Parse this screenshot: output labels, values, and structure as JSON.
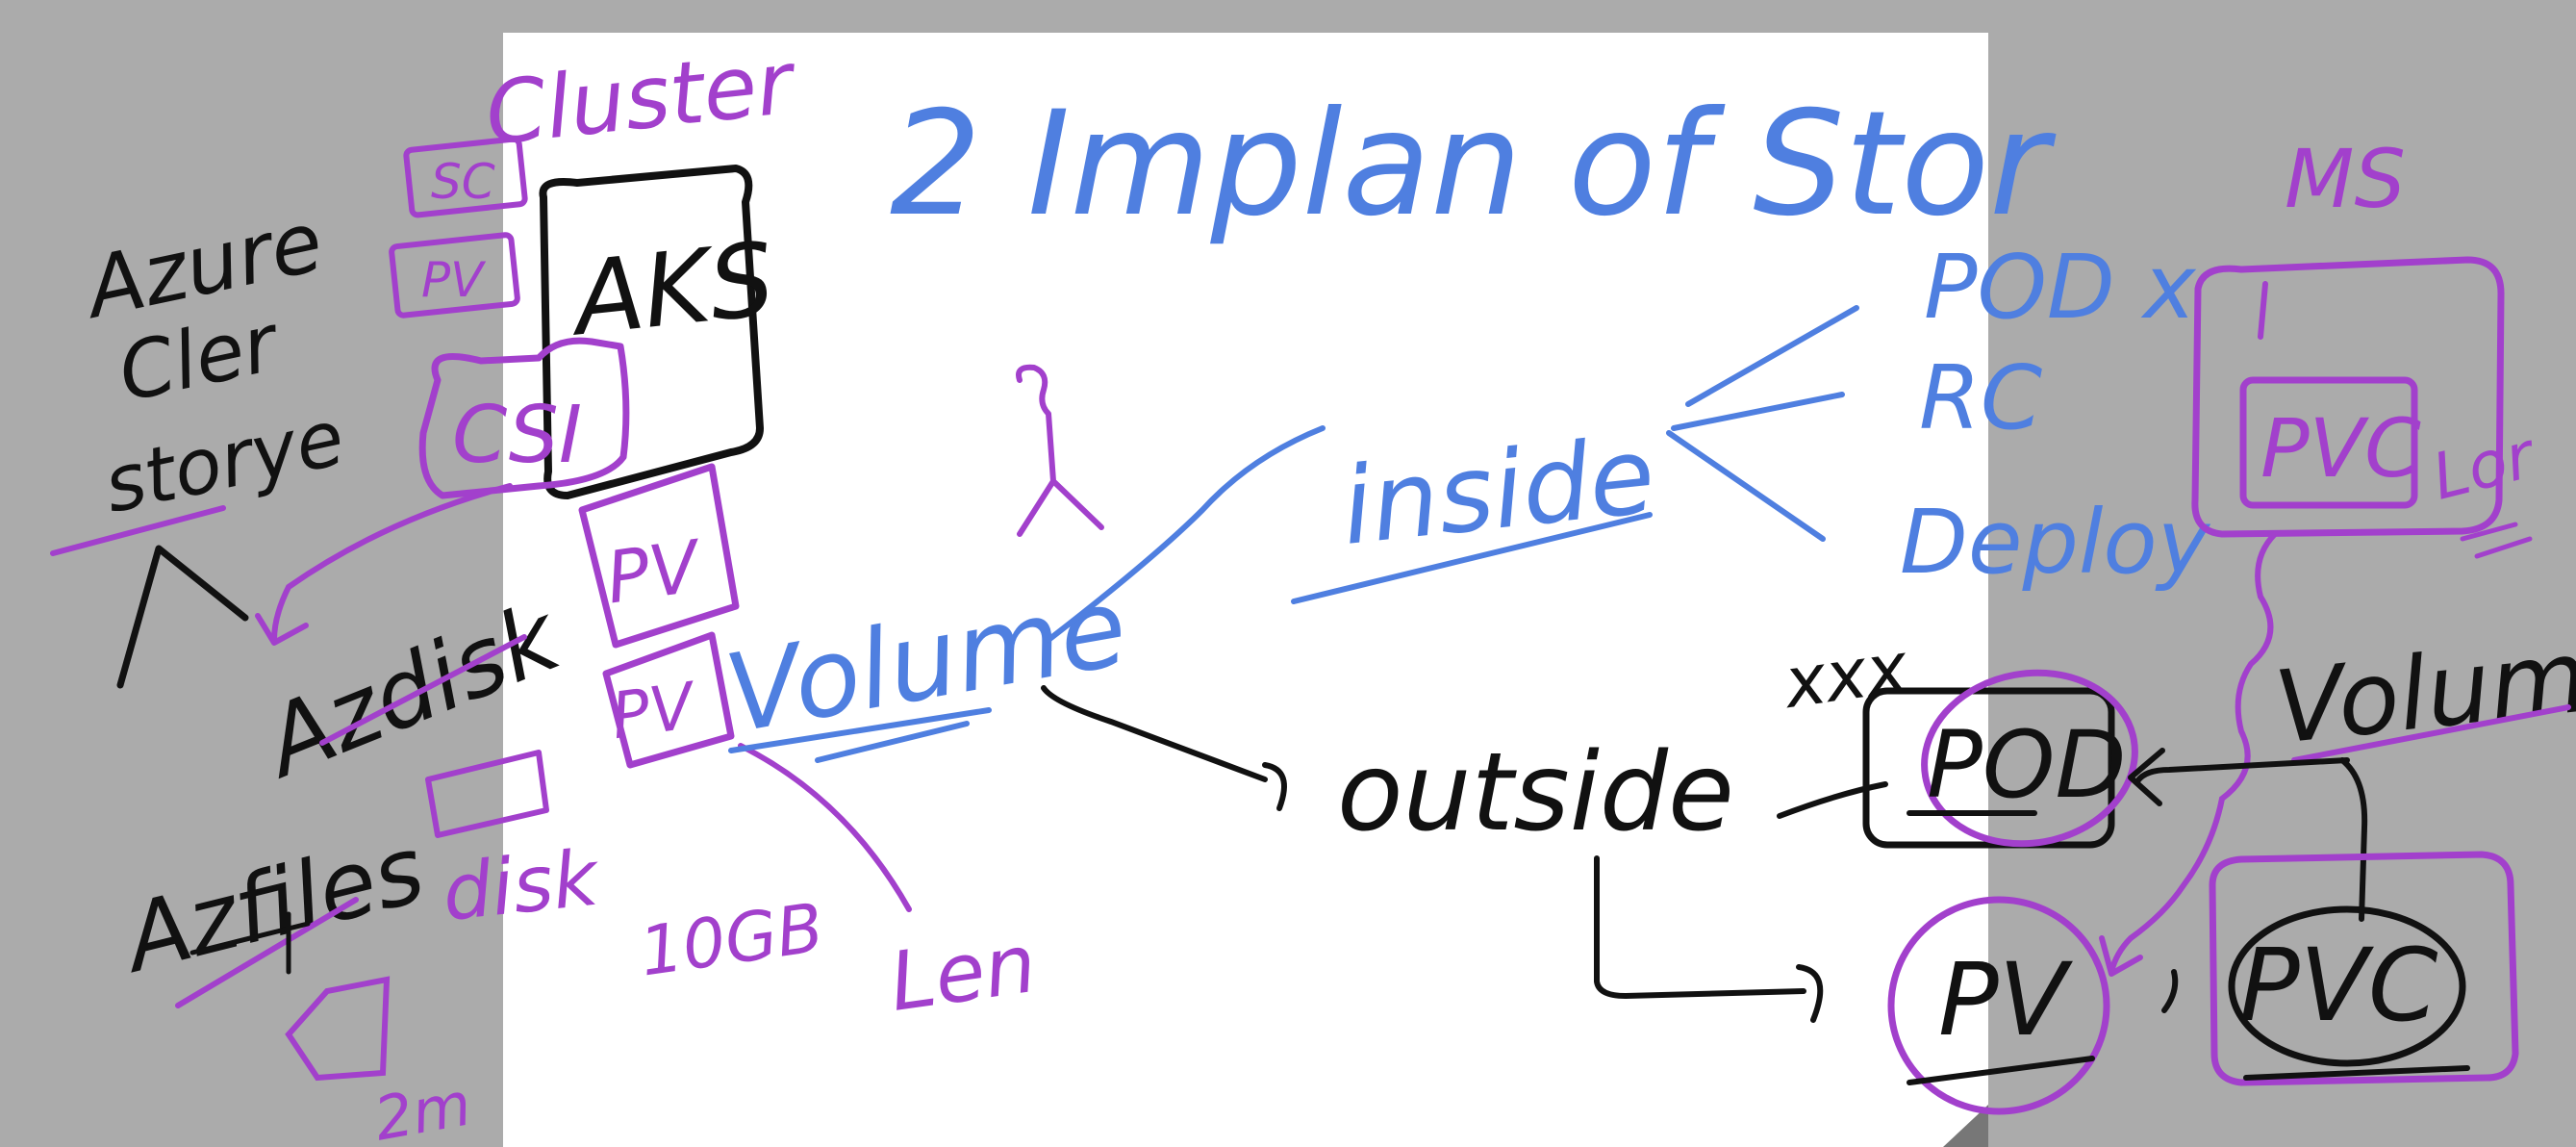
{
  "canvas": {
    "background_color": "#ababab",
    "page_color": "#ffffff"
  },
  "colors": {
    "black_ink": "#111111",
    "blue_ink": "#4f7fe0",
    "purple_ink": "#a240cc"
  },
  "title": "2 Implan of Stor",
  "left_notes": {
    "azure_line1": "Azure",
    "azure_line2": "Cler",
    "azure_line3": "storye",
    "azdisk": "Azdisk",
    "azfiles": "Azfiles",
    "cluster": "Cluster",
    "aks": "AKS",
    "csi": "CSI",
    "badge_sc": "SC",
    "badge_pv": "PV",
    "box_pv": "PV",
    "box_pv2": "PV",
    "disk": "disk",
    "size_10gb": "10GB",
    "note_len": "Len",
    "note_2m": "2m"
  },
  "center_notes": {
    "volume": "Volume",
    "inside": "inside",
    "outside": "outside"
  },
  "right_notes": {
    "pod_x": "POD x",
    "rc": "RC",
    "deploy": "Deploy",
    "xxx": "xxx",
    "ms": "MS",
    "pvc_top": "PVC",
    "lor": "Lor",
    "volume_right": "Volume",
    "pod": "POD",
    "pv": "PV",
    "pvc_bottom": "PVC"
  }
}
